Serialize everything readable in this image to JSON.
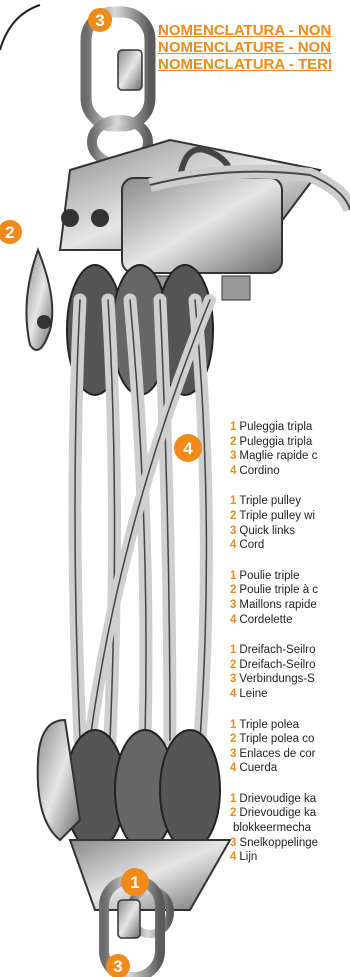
{
  "headings": [
    "NOMENCLATURA - NON",
    "NOMENCLATURE - NON",
    "NOMENCLATURA - TERI"
  ],
  "callouts": {
    "quick_link_top": "3",
    "pulley_locking": "2",
    "cord": "4",
    "pulley_bottom": "1",
    "quick_link_bottom": "3"
  },
  "legend": [
    [
      {
        "num": "1",
        "text": "Puleggia tripla"
      },
      {
        "num": "2",
        "text": "Puleggia tripla"
      },
      {
        "num": "3",
        "text": "Maglie rapide c"
      },
      {
        "num": "4",
        "text": "Cordino"
      }
    ],
    [
      {
        "num": "1",
        "text": "Triple pulley"
      },
      {
        "num": "2",
        "text": "Triple pulley wi"
      },
      {
        "num": "3",
        "text": "Quick links"
      },
      {
        "num": "4",
        "text": "Cord"
      }
    ],
    [
      {
        "num": "1",
        "text": "Poulie triple"
      },
      {
        "num": "2",
        "text": "Poulie triple à c"
      },
      {
        "num": "3",
        "text": "Maillons rapide"
      },
      {
        "num": "4",
        "text": "Cordelette"
      }
    ],
    [
      {
        "num": "1",
        "text": "Dreifach-Seilro"
      },
      {
        "num": "2",
        "text": "Dreifach-Seilro"
      },
      {
        "num": "3",
        "text": "Verbindungs-S"
      },
      {
        "num": "4",
        "text": "Leine"
      }
    ],
    [
      {
        "num": "1",
        "text": "Triple polea"
      },
      {
        "num": "2",
        "text": "Triple polea co"
      },
      {
        "num": "3",
        "text": "Enlaces de cor"
      },
      {
        "num": "4",
        "text": "Cuerda"
      }
    ],
    [
      {
        "num": "1",
        "text": "Drievoudige ka"
      },
      {
        "num": "2",
        "text": "Drievoudige ka"
      },
      {
        "num": "",
        "text": "blokkeermecha"
      },
      {
        "num": "3",
        "text": "Snelkoppelinge"
      },
      {
        "num": "4",
        "text": "Lijn"
      }
    ]
  ],
  "colors": {
    "accent": "#f08a1a",
    "metal_dark": "#3a3a3a",
    "cord": "#c9c9c9"
  }
}
